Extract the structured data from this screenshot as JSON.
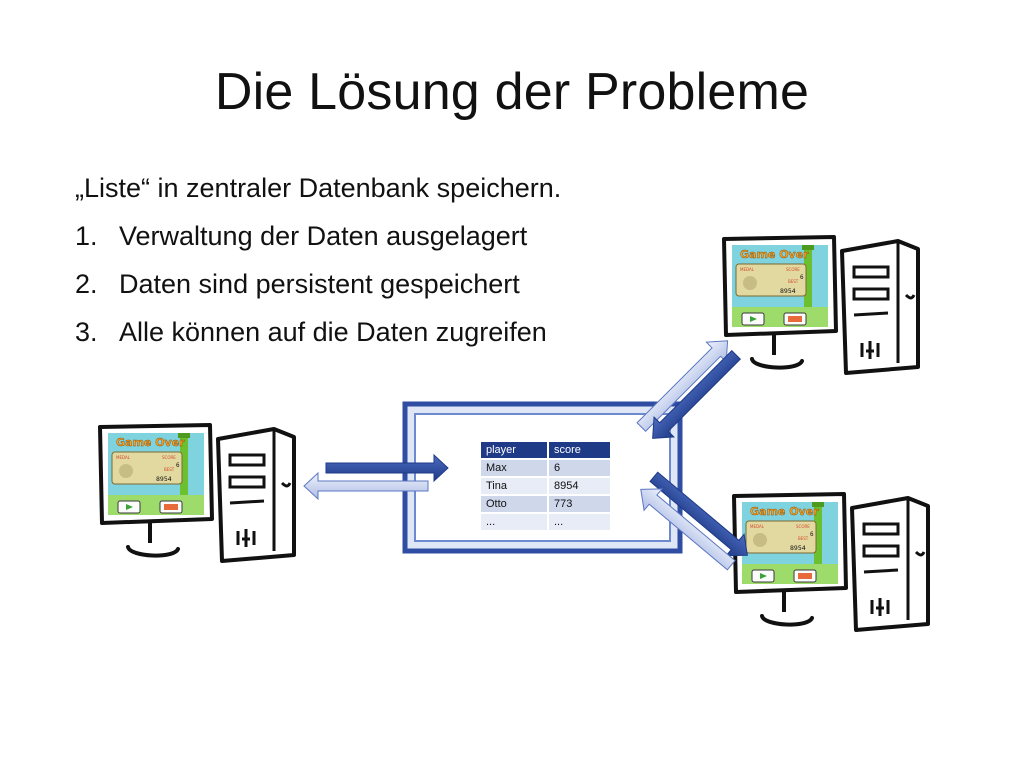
{
  "slide": {
    "title": "Die Lösung der Probleme"
  },
  "bullets": {
    "intro": "„Liste“ in zentraler Datenbank speichern.",
    "items": [
      {
        "num": "1.",
        "text": "Verwaltung der Daten ausgelagert"
      },
      {
        "num": "2.",
        "text": "Daten sind persistent gespeichert"
      },
      {
        "num": "3.",
        "text": "Alle können auf die Daten zugreifen"
      }
    ]
  },
  "database_table": {
    "headers": [
      "player",
      "score"
    ],
    "rows": [
      [
        "Max",
        "6"
      ],
      [
        "Tina",
        "8954"
      ],
      [
        "Otto",
        "773"
      ],
      [
        "...",
        "..."
      ]
    ]
  },
  "game_screen": {
    "title": "Game Over",
    "medal_label": "MEDAL",
    "score_label": "SCORE",
    "best_label": "BEST",
    "score_value": "6",
    "best_value": "8954"
  },
  "colors": {
    "db_frame": "#3f63b6",
    "db_header": "#1f3a87",
    "arrow_dark": "#2f4ea3",
    "arrow_light": "#c9d4ef"
  }
}
